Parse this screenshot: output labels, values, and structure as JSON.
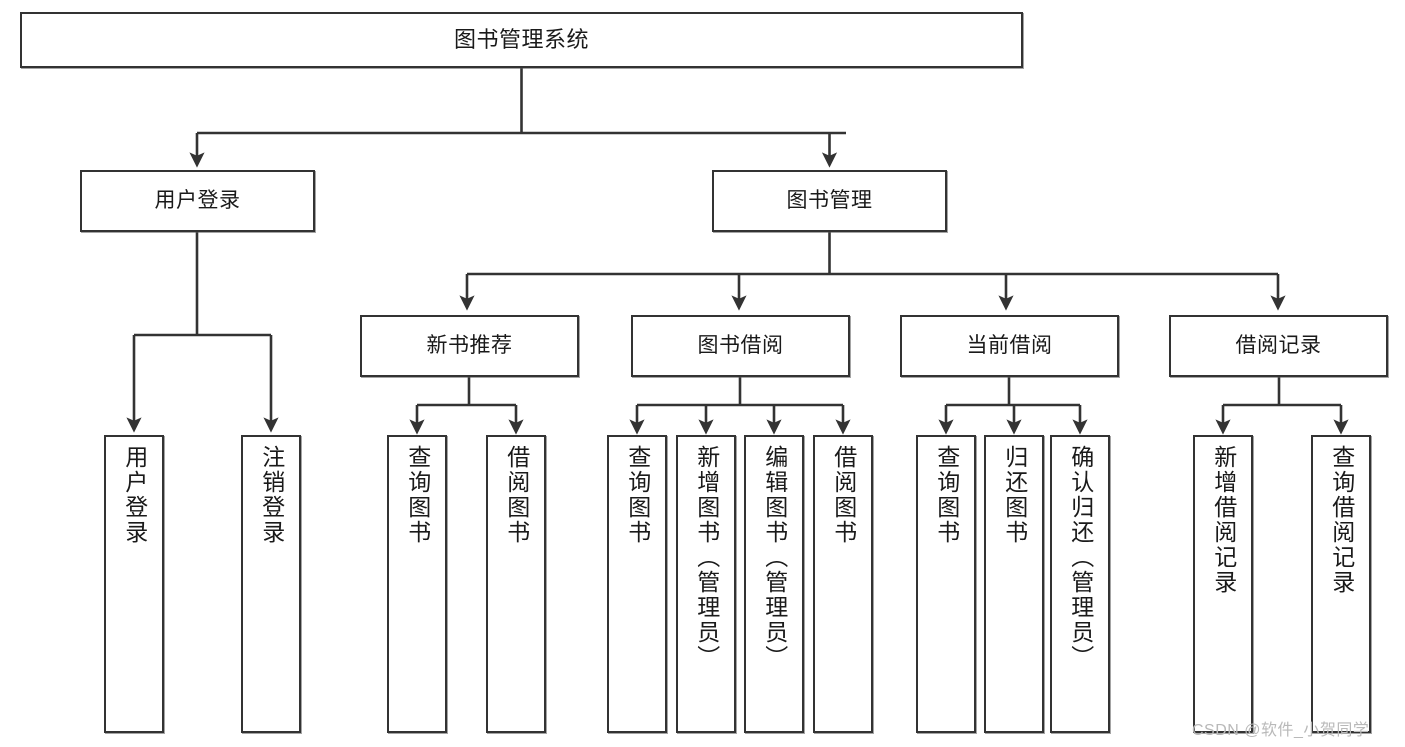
{
  "diagram": {
    "title": "图书管理系统",
    "root": {
      "label": "图书管理系统"
    },
    "level2": [
      {
        "label": "用户登录"
      },
      {
        "label": "图书管理"
      }
    ],
    "level3": [
      {
        "label": "新书推荐"
      },
      {
        "label": "图书借阅"
      },
      {
        "label": "当前借阅"
      },
      {
        "label": "借阅记录"
      }
    ],
    "leaves": {
      "user_login": [
        {
          "label": "用户登录"
        },
        {
          "label": "注销登录"
        }
      ],
      "new_book_recommend": [
        {
          "label": "查询图书"
        },
        {
          "label": "借阅图书"
        }
      ],
      "book_borrow": [
        {
          "label": "查询图书"
        },
        {
          "label": "新增图书（管理员）"
        },
        {
          "label": "编辑图书（管理员）"
        },
        {
          "label": "借阅图书"
        }
      ],
      "current_borrow": [
        {
          "label": "查询图书"
        },
        {
          "label": "归还图书"
        },
        {
          "label": "确认归还（管理员）"
        }
      ],
      "borrow_records": [
        {
          "label": "新增借阅记录"
        },
        {
          "label": "查询借阅记录"
        }
      ]
    }
  },
  "watermark": {
    "text": "CSDN @软件_小贺同学"
  },
  "colors": {
    "stroke": "#333333",
    "box_fill": "#ffffff",
    "text": "#1a1a1a",
    "watermark": "#b9b9b9",
    "background": "#ffffff"
  }
}
